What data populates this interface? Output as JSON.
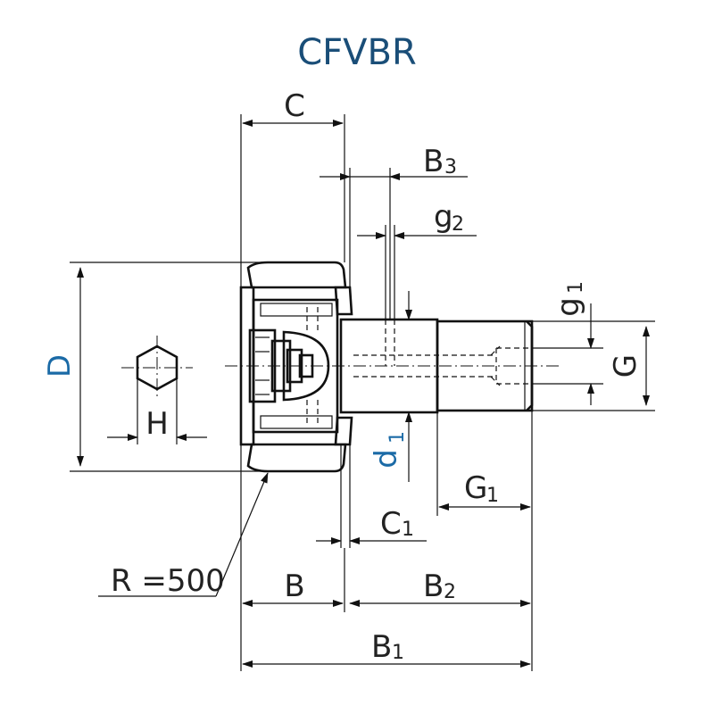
{
  "title": "CFVBR",
  "labels": {
    "C": "C",
    "B3_main": "B",
    "B3_sub": "3",
    "g2_main": "g",
    "g2_sub": "2",
    "g1_main": "g",
    "g1_sub": "1",
    "D": "D",
    "H": "H",
    "G": "G",
    "d1_main": "d",
    "d1_sub": "1",
    "G1_main": "G",
    "G1_sub": "1",
    "C1_main": "C",
    "C1_sub": "1",
    "R": "R =500",
    "B": "B",
    "B2_main": "B",
    "B2_sub": "2",
    "B1_main": "B",
    "B1_sub": "1"
  },
  "colors": {
    "title": "#1a4e78",
    "accent_label": "#1a6aa6",
    "body_fill": "#cfd2d5",
    "hatch": "#555555"
  }
}
